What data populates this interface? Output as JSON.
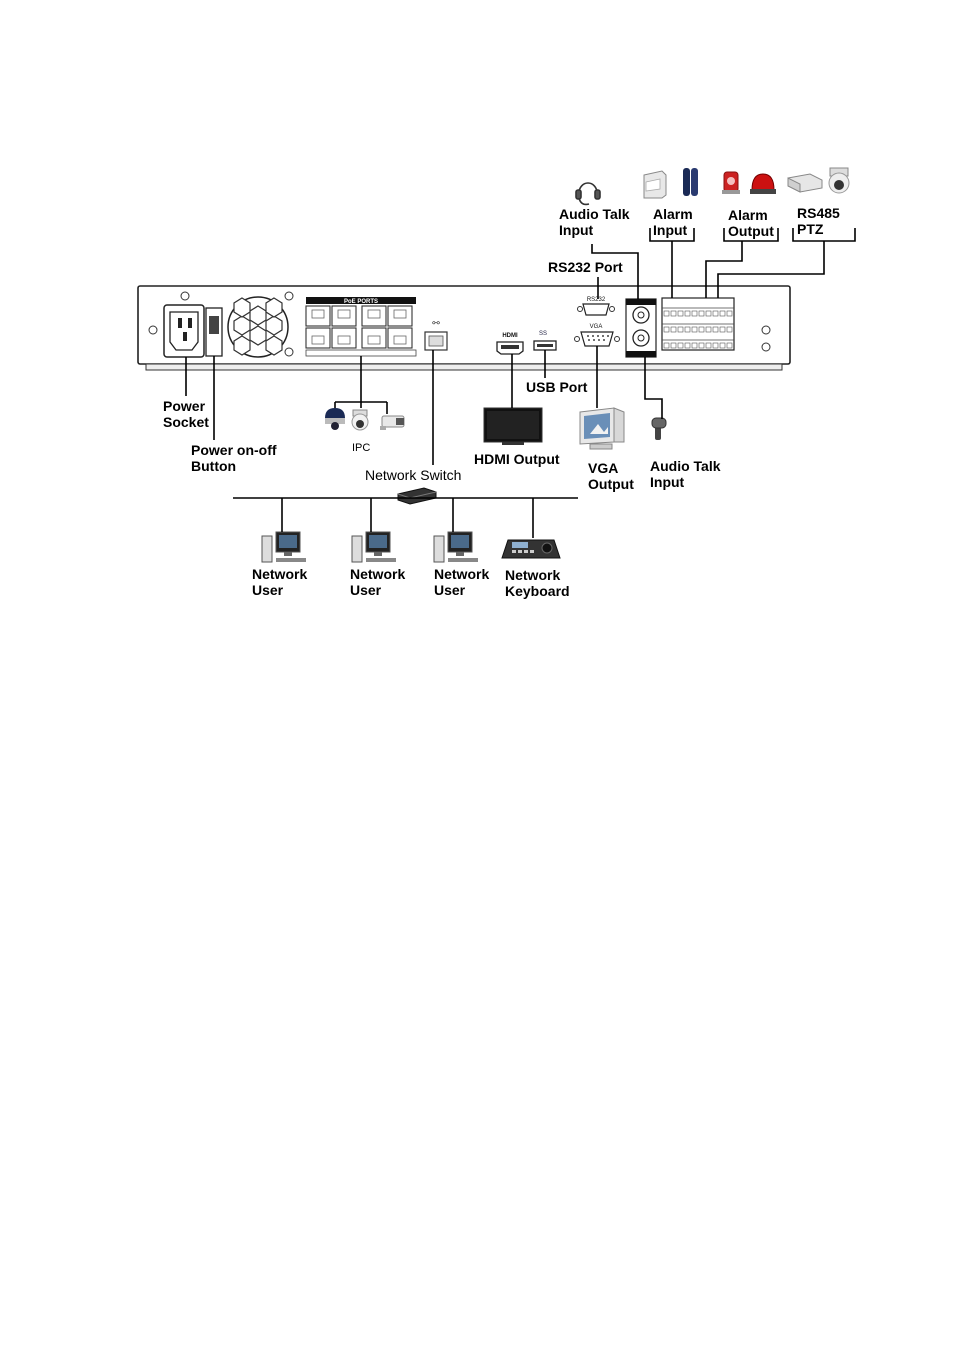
{
  "labels": {
    "audio_talk_input_top": "Audio Talk\nInput",
    "alarm_input": "Alarm\nInput",
    "alarm_output": "Alarm\nOutput",
    "rs485_ptz": "RS485\nPTZ",
    "rs232_port": "RS232 Port",
    "power_socket": "Power\nSocket",
    "power_button": "Power on-off\nButton",
    "ipc": "IPC",
    "network_switch": "Network Switch",
    "hdmi_output": "HDMI Output",
    "usb_port": "USB Port",
    "vga_output": "VGA\nOutput",
    "audio_talk_input_bottom": "Audio Talk\nInput",
    "network_user_1": "Network\nUser",
    "network_user_2": "Network\nUser",
    "network_user_3": "Network\nUser",
    "network_keyboard": "Network\nKeyboard"
  },
  "panel_text": {
    "poe_ports": "PoE PORTS",
    "rs232": "RS232",
    "vga": "VGA",
    "hdmi": "HDMI",
    "ss_usb": "SS"
  },
  "colors": {
    "line": "#000000",
    "panel_fill": "#ffffff",
    "panel_stroke": "#222222",
    "alarm_red": "#cc2222",
    "sensor_navy": "#1a2a55"
  },
  "icons": [
    "headset-icon",
    "alarm-sensor-icon",
    "siren-icon",
    "ptz-camera-icon",
    "ipc-camera-icon",
    "tv-icon",
    "crt-monitor-icon",
    "microphone-icon",
    "network-switch-icon",
    "computer-icon",
    "ptz-keyboard-icon"
  ]
}
